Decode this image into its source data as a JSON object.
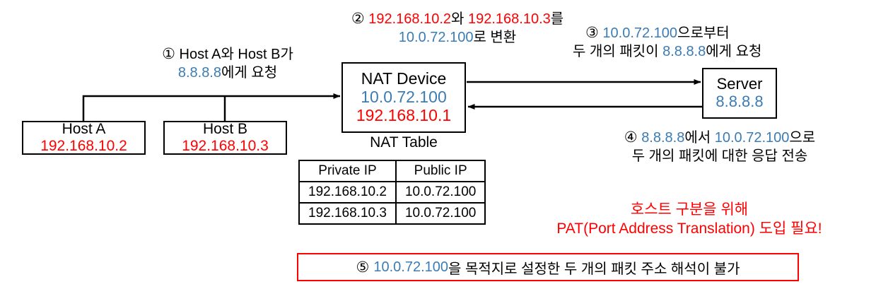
{
  "diagram": {
    "title_implicit": "NAT Device address translation overview",
    "nodes": {
      "host_a": {
        "name": "Host A",
        "ip": "192.168.10.2"
      },
      "host_b": {
        "name": "Host B",
        "ip": "192.168.10.3"
      },
      "nat_device": {
        "name": "NAT Device",
        "public_ip": "10.0.72.100",
        "private_ip": "192.168.10.1"
      },
      "server": {
        "name": "Server",
        "ip": "8.8.8.8"
      }
    },
    "nat_table": {
      "caption": "NAT Table",
      "headers": [
        "Private IP",
        "Public IP"
      ],
      "rows": [
        [
          "192.168.10.2",
          "10.0.72.100"
        ],
        [
          "192.168.10.3",
          "10.0.72.100"
        ]
      ]
    },
    "annotations": {
      "step1": {
        "marker": "①",
        "line1_prefix": "Host A와 Host B가",
        "line2_ip": "8.8.8.8",
        "line2_suffix": "에게 요청"
      },
      "step2": {
        "marker": "②",
        "ip1": "192.168.10.2",
        "mid": "와",
        "ip2": "192.168.10.3",
        "suffix1": "를",
        "ip3": "10.0.72.100",
        "suffix2": "로 변환"
      },
      "step3": {
        "marker": "③",
        "ip1": "10.0.72.100",
        "suffix1": "으로부터",
        "line2_prefix": "두 개의 패킷이",
        "ip2": "8.8.8.8",
        "line2_suffix": "에게 요청"
      },
      "step4": {
        "marker": "④",
        "ip1": "8.8.8.8",
        "mid": "에서",
        "ip2": "10.0.72.100",
        "suffix1": "으로",
        "line2": "두 개의 패킷에 대한 응답 전송"
      },
      "step5": {
        "marker": "⑤",
        "ip": "10.0.72.100",
        "suffix": "을 목적지로 설정한 두 개의 패킷 주소 해석이 불가"
      },
      "warning": {
        "line1": "호스트 구분을 위해",
        "line2": "PAT(Port Address Translation) 도입 필요!"
      }
    },
    "colors": {
      "blue": "#3b7cb5",
      "red": "#ff0000",
      "black": "#000000",
      "background": "#ffffff"
    }
  }
}
